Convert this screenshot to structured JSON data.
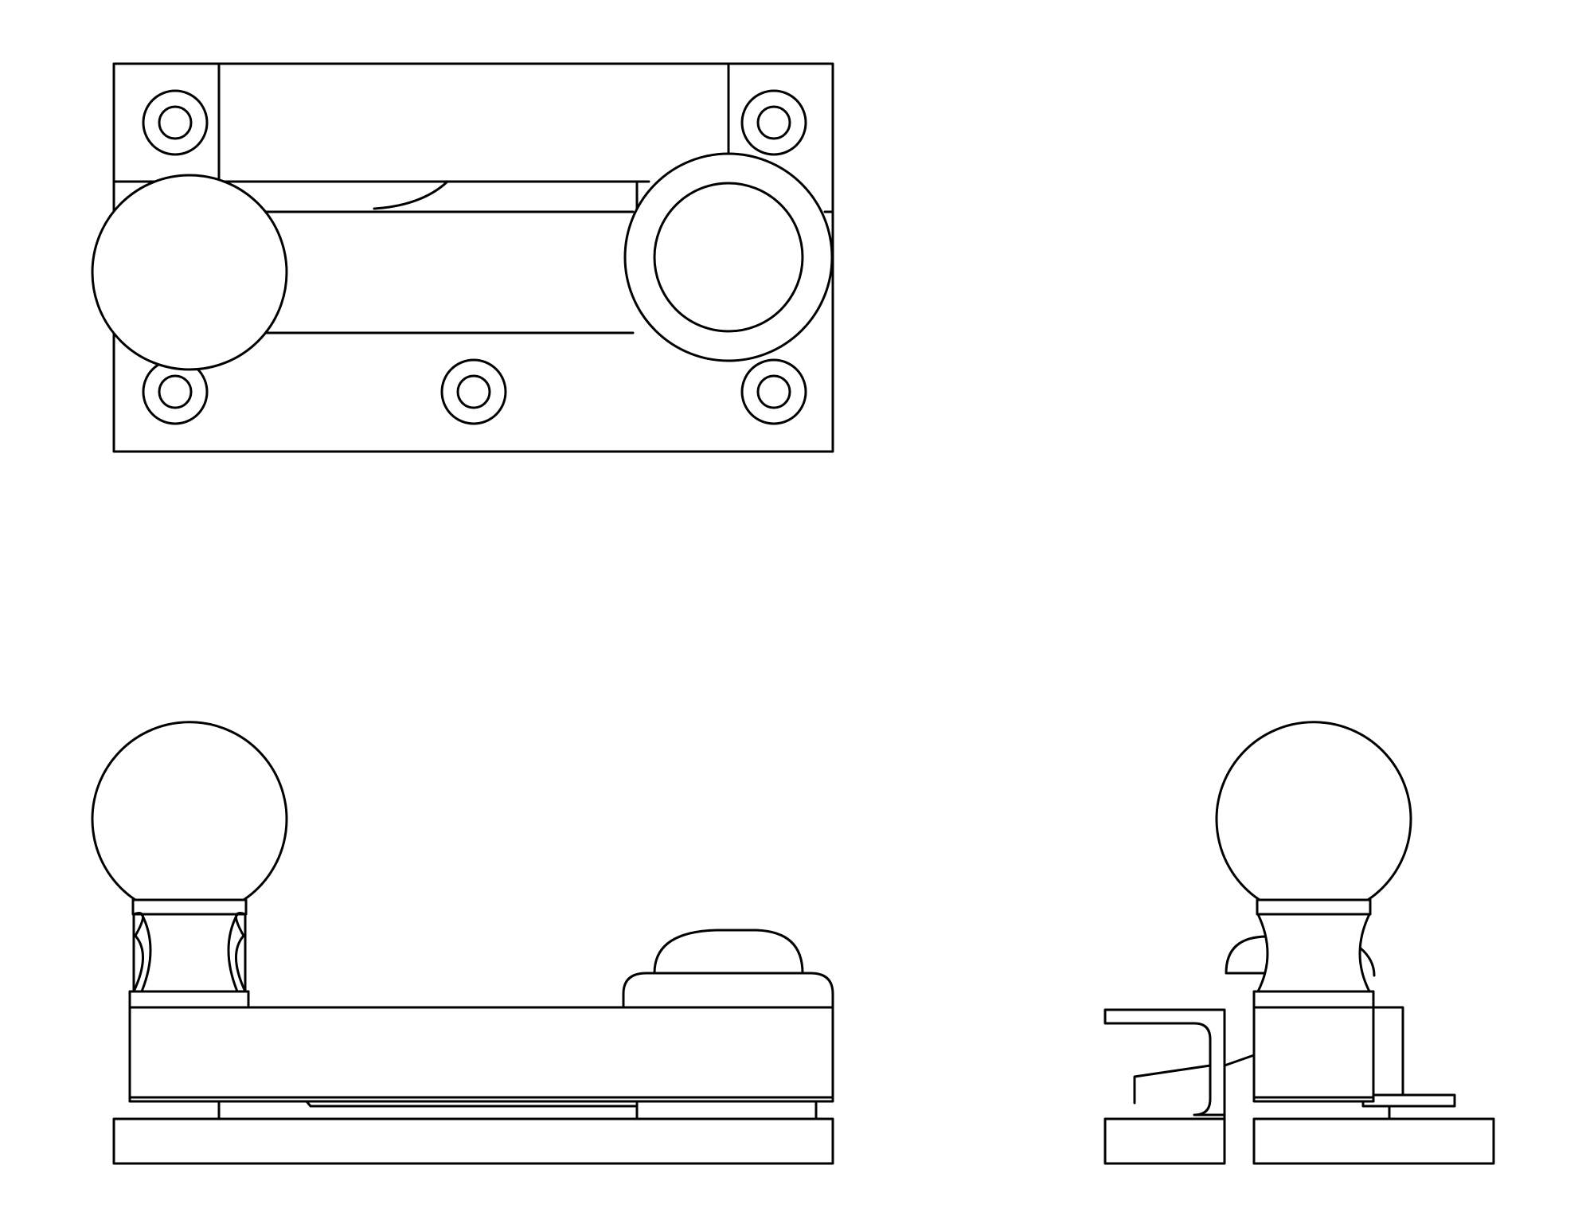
{
  "drawing": {
    "type": "technical line drawing",
    "views": [
      "top-view",
      "front-view",
      "side-view"
    ],
    "line_color": "#000000",
    "background_color": "#ffffff"
  }
}
